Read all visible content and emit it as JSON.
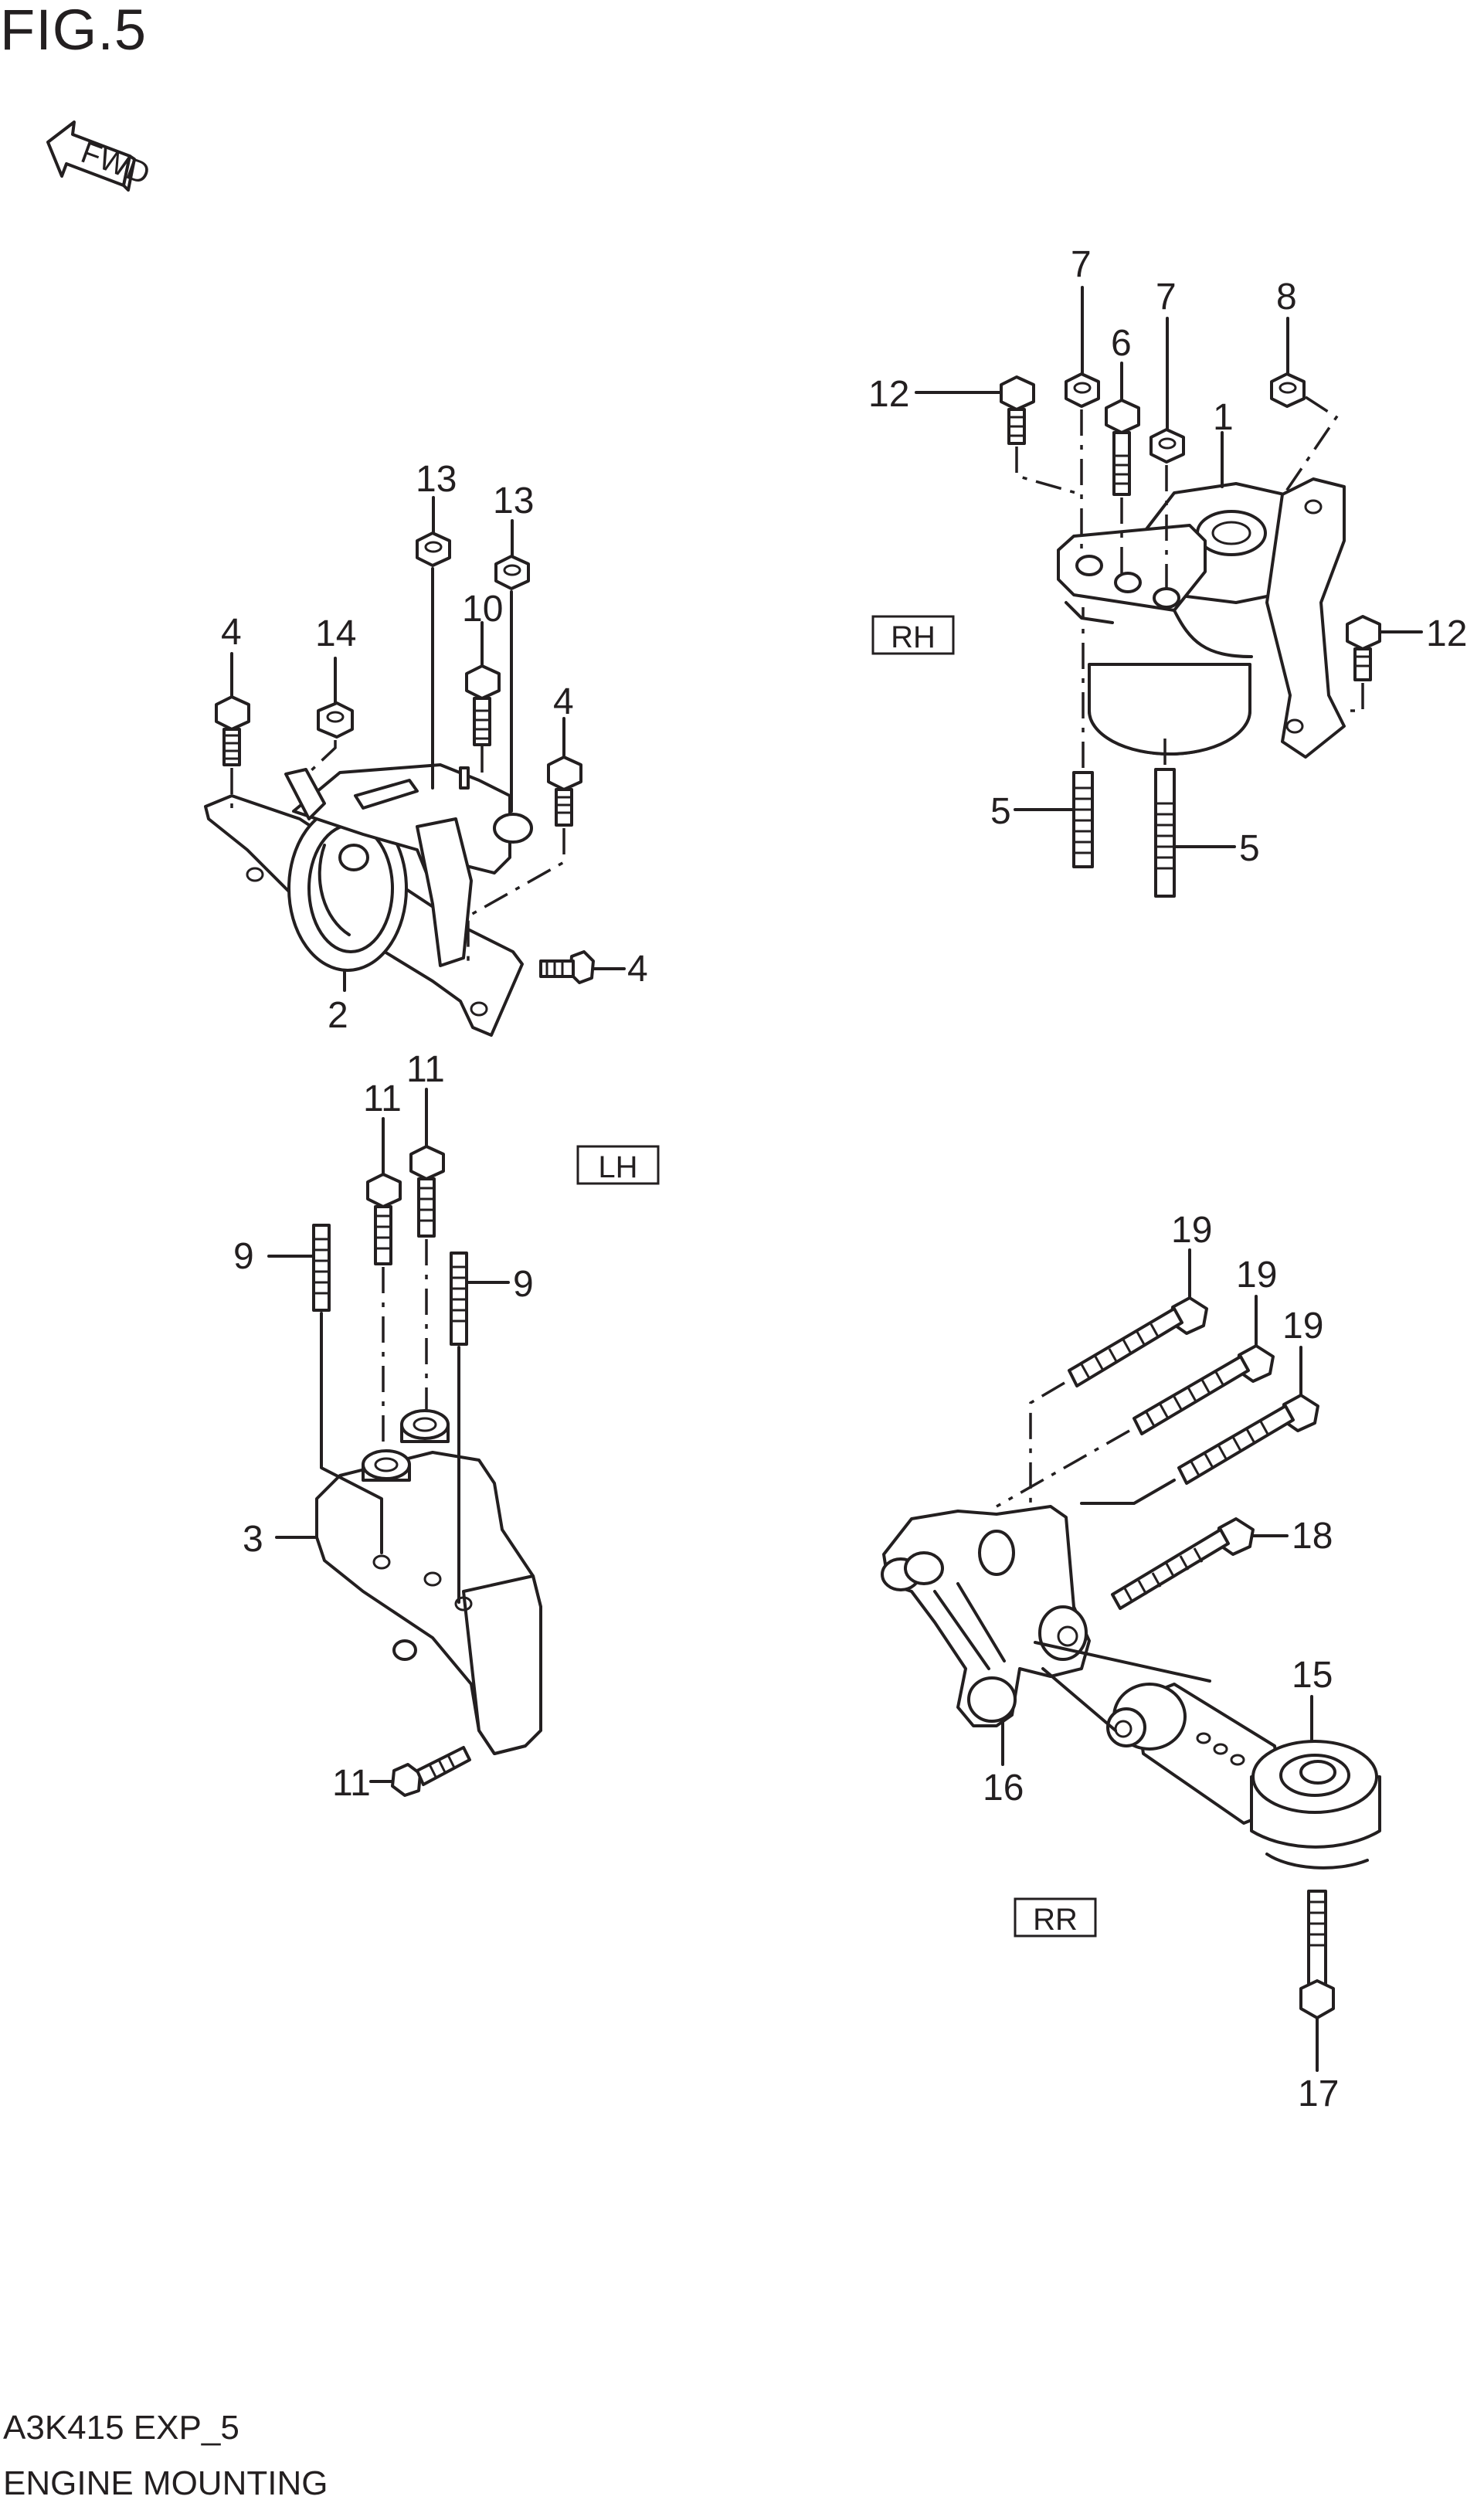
{
  "figure": {
    "title": "FIG.5",
    "code": "A3K415 EXP_5",
    "name": "ENGINE MOUNTING",
    "fwd_label": "FWD"
  },
  "sections": {
    "rh": "RH",
    "lh": "LH",
    "rr": "RR"
  },
  "callouts": {
    "c1": "1",
    "c2": "2",
    "c3": "3",
    "c4a": "4",
    "c4b": "4",
    "c4c": "4",
    "c5a": "5",
    "c5b": "5",
    "c6": "6",
    "c7a": "7",
    "c7b": "7",
    "c8": "8",
    "c9a": "9",
    "c9b": "9",
    "c10": "10",
    "c11a": "11",
    "c11b": "11",
    "c11c": "11",
    "c12a": "12",
    "c12b": "12",
    "c13a": "13",
    "c13b": "13",
    "c14": "14",
    "c15": "15",
    "c16": "16",
    "c17": "17",
    "c18": "18",
    "c19a": "19",
    "c19b": "19",
    "c19c": "19"
  }
}
